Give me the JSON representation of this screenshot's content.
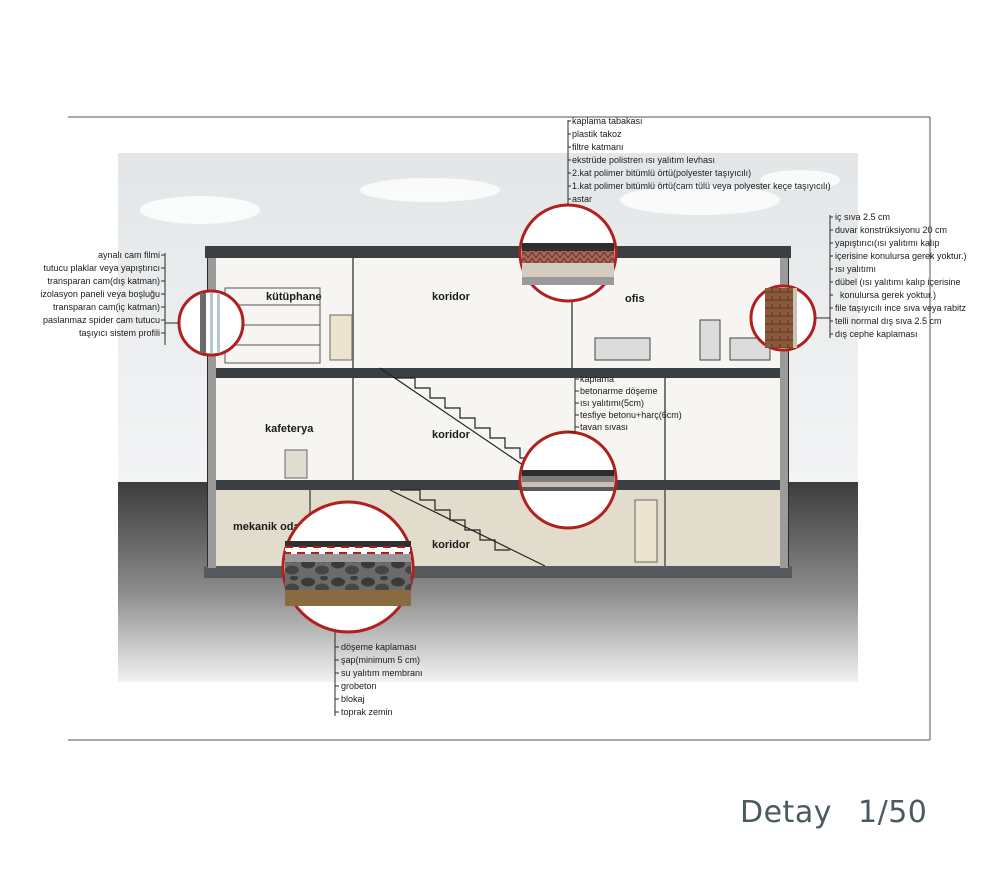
{
  "rooms": {
    "library": "kütüphane",
    "corridor_top": "koridor",
    "office": "ofis",
    "cafeteria": "kafeterya",
    "corridor_mid": "koridor",
    "mechanical": "mekanik oda",
    "corridor_bottom": "koridor"
  },
  "roof_layers": [
    "kaplama tabakası",
    "plastik takoz",
    "filtre katmanı",
    "ekstrüde polistren ısı yalıtım levhası",
    "2.kat polimer bitümlü örtü(polyester taşıyıcılı)",
    "1.kat polimer bitümlü örtü(cam tülü veya polyester keçe taşıyıcılı)",
    "astar"
  ],
  "wall_layers": [
    "iç sıva 2.5 cm",
    "duvar konstrüksiyonu 20 cm",
    "yapıştırıcı(ısı yalıtımı kalıp",
    "içerisine konulursa gerek yoktur.)",
    "ısı yalıtımı",
    "dübel (ısı yalıtımı kalıp içerisine",
    "konulursa gerek yoktur.)",
    "file taşıyıcılı ince sıva veya rabitz",
    "telli normal dış sıva 2.5 cm",
    "dış cephe kaplaması"
  ],
  "facade_layers": [
    "aynalı cam filmi",
    "tutucu plaklar veya yapıştırıcı",
    "transparan cam(dış katman)",
    "izolasyon paneli veya boşluğu",
    "transparan cam(iç katman)",
    "paslanmaz spider cam tutucu",
    "taşıyıcı sistem profili"
  ],
  "floor_layers": [
    "kaplama",
    "betonarme döşeme",
    "ısı yalıtımı(5cm)",
    "tesfiye betonu+harç(6cm)",
    "tavan sıvası"
  ],
  "ground_layers": [
    "döşeme kaplaması",
    "şap(minimum 5 cm)",
    "su yalıtım membranı",
    "grobeton",
    "blokaj",
    "toprak zemin"
  ],
  "footer": {
    "title": "Detay",
    "scale": "1/50"
  },
  "colors": {
    "callout_ring": "#b0201e",
    "ground": "#3e3e3e",
    "wall_fill": "#e9e6e0",
    "sky": "#eef0f1",
    "footer_text": "#4a5a60"
  }
}
